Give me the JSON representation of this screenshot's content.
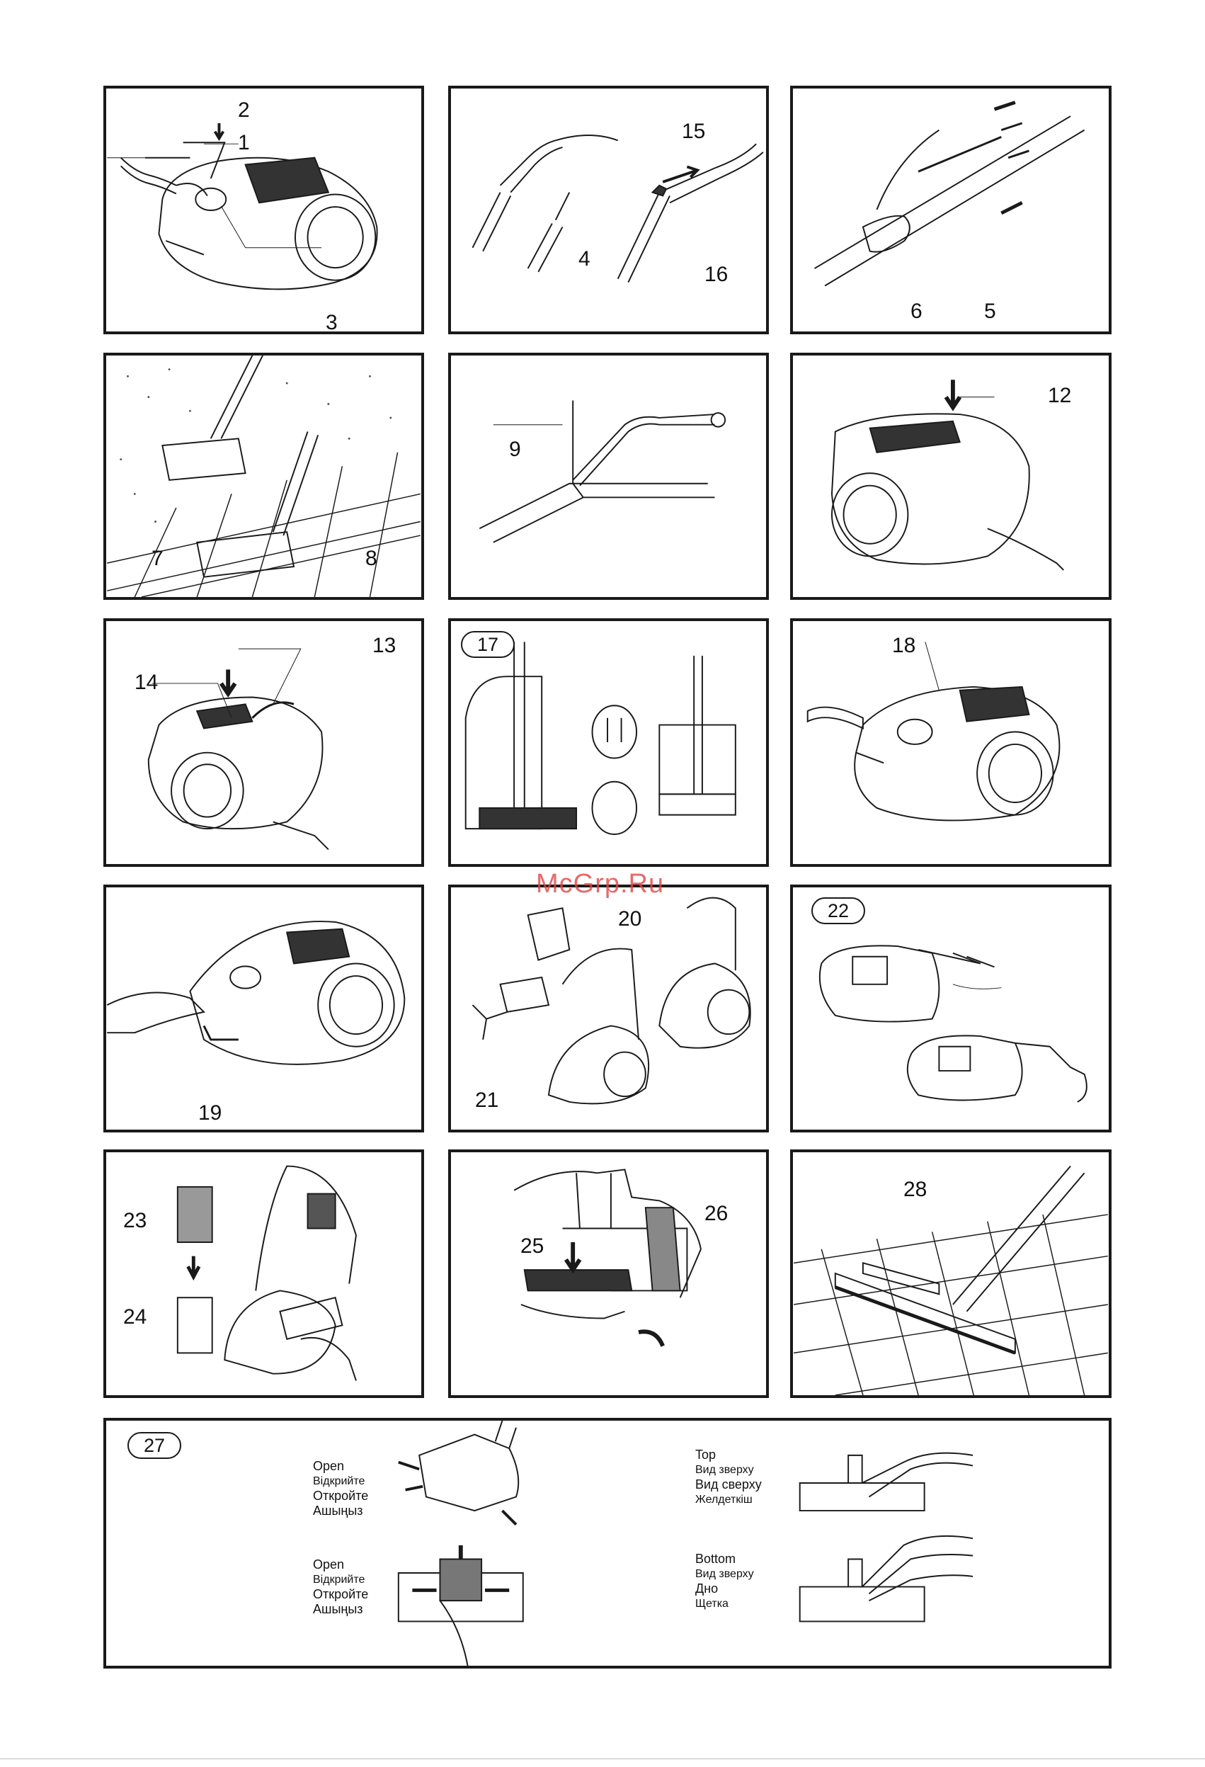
{
  "panels": [
    {
      "labels": [
        "2",
        "1",
        "3"
      ]
    },
    {
      "labels": [
        "15",
        "4",
        "16"
      ]
    },
    {
      "labels": [
        "6",
        "5"
      ]
    },
    {
      "labels": [
        "7",
        "8"
      ]
    },
    {
      "labels": [
        "9"
      ]
    },
    {
      "labels": [
        "12"
      ]
    },
    {
      "labels": [
        "14",
        "13"
      ]
    },
    {
      "labels": [
        "17"
      ]
    },
    {
      "labels": [
        "18"
      ]
    },
    {
      "labels": [
        "19"
      ]
    },
    {
      "labels": [
        "20",
        "21"
      ]
    },
    {
      "labels": [
        "22"
      ]
    },
    {
      "labels": [
        "23",
        "24"
      ]
    },
    {
      "labels": [
        "26",
        "25"
      ]
    },
    {
      "labels": [
        "28"
      ]
    }
  ],
  "panel27": {
    "number": "27",
    "open_top": [
      "Open",
      "Відкрийте",
      "Откройте",
      "Ашыңыз"
    ],
    "open_bottom": [
      "Open",
      "Відкрийте",
      "Откройте",
      "Ашыңыз"
    ],
    "top": [
      "Top",
      "Вид зверху",
      "Вид сверху",
      "Желдеткіш"
    ],
    "bottom": [
      "Bottom",
      "Вид зверху",
      "Дно",
      "Щетка"
    ]
  },
  "watermark": "McGrp.Ru"
}
